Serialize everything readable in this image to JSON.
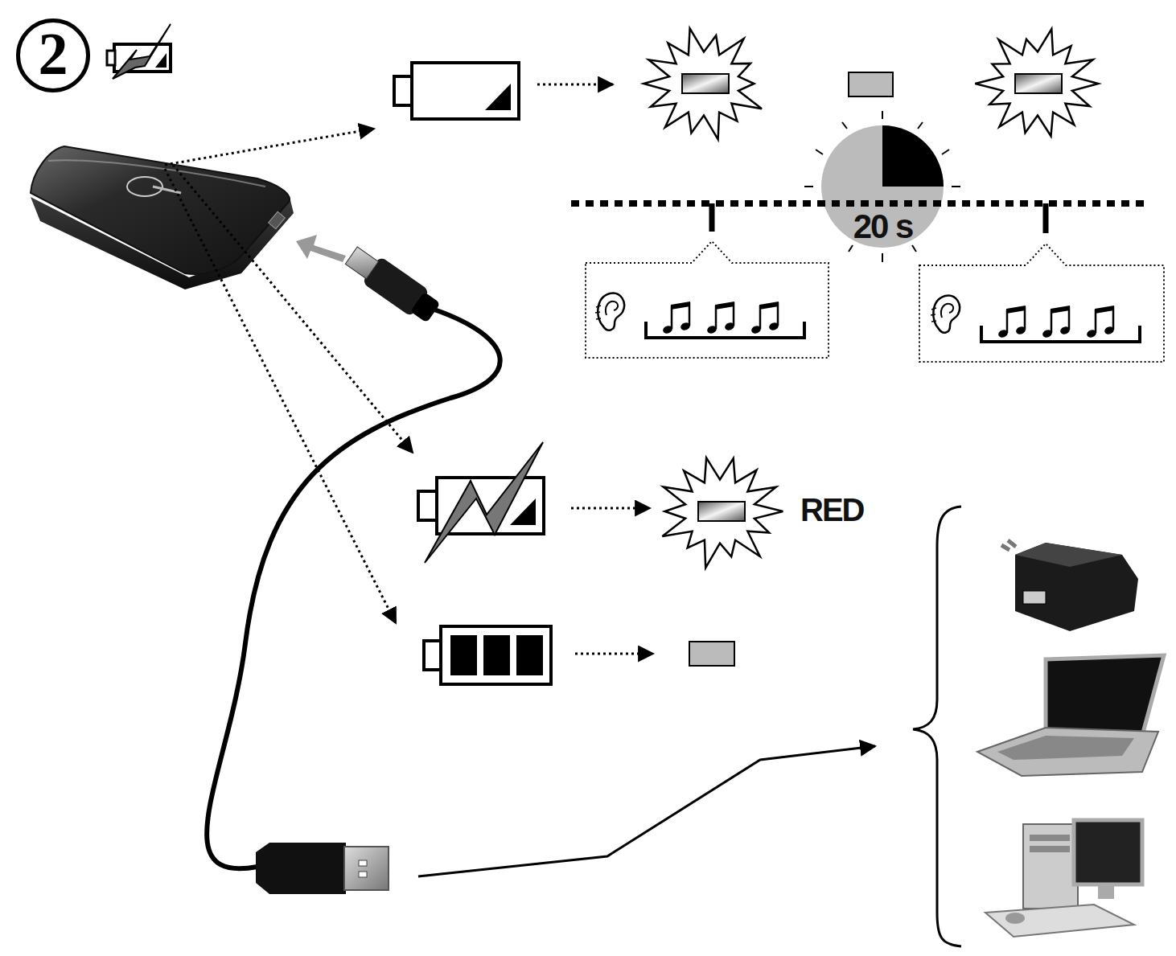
{
  "diagram": {
    "nodes": [
      {
        "text": [
          "2"
        ]
      },
      {
        "text": [
          "20 s"
        ]
      }
    ],
    "labels": [
      "RED"
    ]
  }
}
